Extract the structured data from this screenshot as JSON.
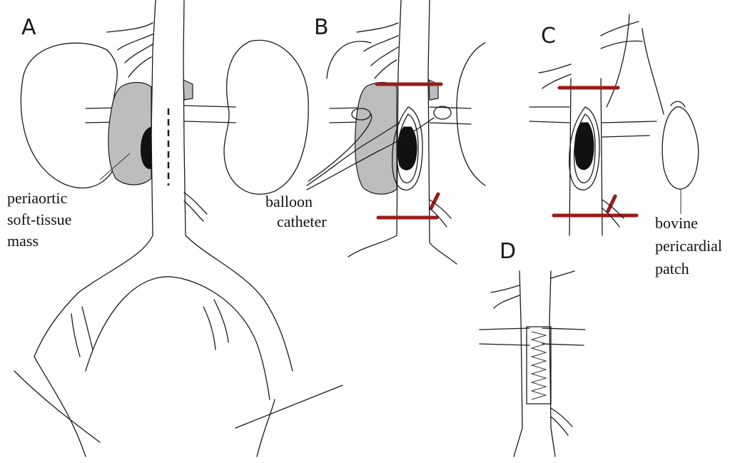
{
  "panels": [
    {
      "letter": "A"
    },
    {
      "letter": "B"
    },
    {
      "letter": "C"
    },
    {
      "letter": "D"
    }
  ],
  "labels": {
    "periaortic_line1": "periaortic",
    "periaortic_line2": "soft-tissue",
    "periaortic_line3": "mass",
    "balloon_line1": "balloon",
    "balloon_line2": "catheter",
    "bovine_line1": "bovine",
    "bovine_line2": "pericardial",
    "bovine_line3": "patch"
  },
  "colors": {
    "clamp": "#9b1b1b",
    "mass": "#bdbdbd",
    "ink": "#1a1a1a"
  }
}
